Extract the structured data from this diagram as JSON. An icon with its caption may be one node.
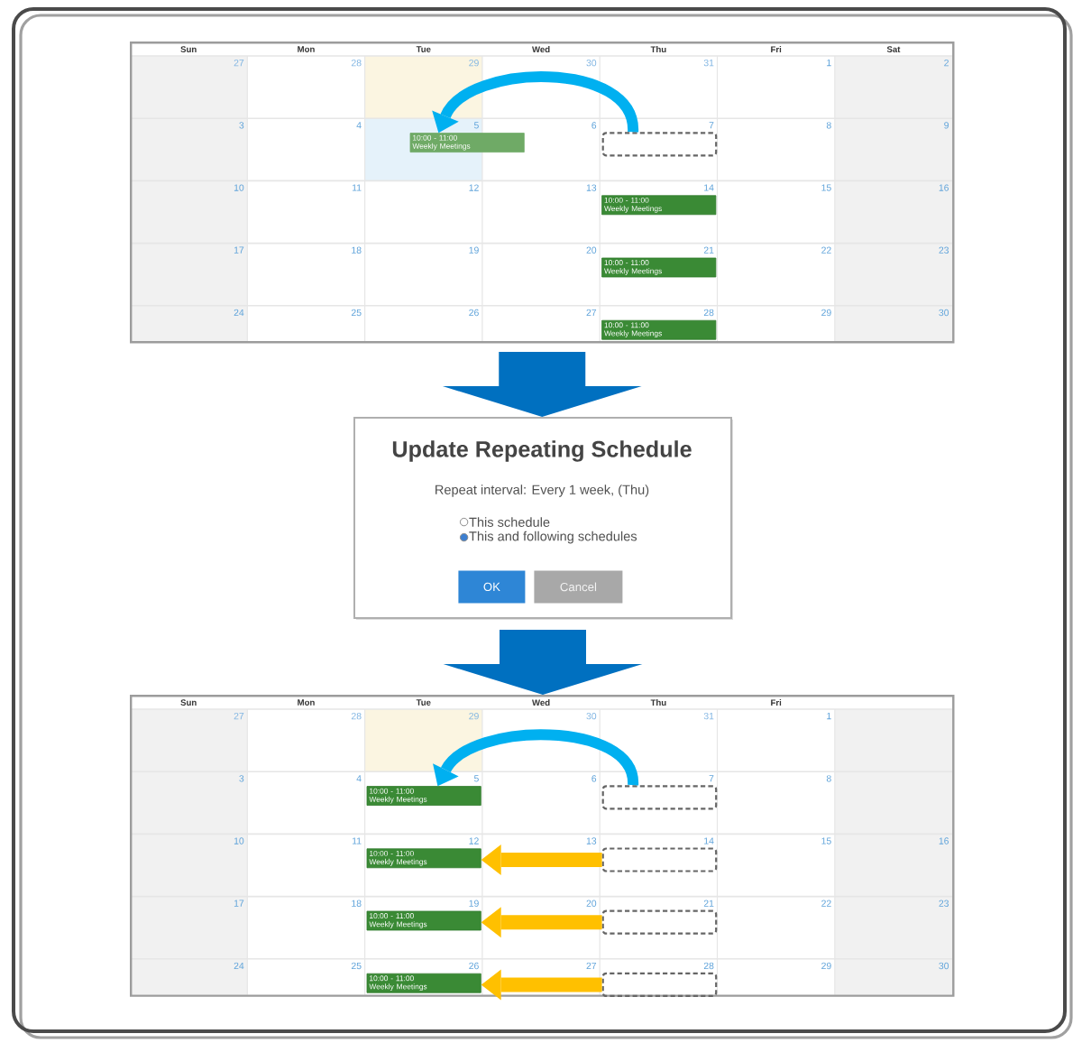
{
  "diagram": {
    "nodes": [
      {
        "text": [
          "Sun",
          "Mon",
          "Tue",
          "Wed",
          "Thu",
          "Fri",
          "Sat",
          "27",
          "28",
          "29",
          "30",
          "31",
          "1",
          "2",
          "3",
          "4",
          "5",
          "6",
          "7",
          "8",
          "9",
          "10",
          "11",
          "12",
          "13",
          "14",
          "15",
          "16",
          "17",
          "18",
          "19",
          "20",
          "21",
          "22",
          "23",
          "24",
          "25",
          "26",
          "27",
          "28",
          "29",
          "30"
        ]
      },
      {
        "text": [
          "10:00 - 11:00",
          "Weekly Meetings"
        ],
        "in": 0
      },
      {
        "text": [],
        "shape": "box",
        "in": 0
      },
      {
        "text": [
          "10:00 - 11:00",
          "Weekly Meetings"
        ],
        "in": 0
      },
      {
        "text": [
          "10:00 - 11:00",
          "Weekly Meetings"
        ],
        "in": 0
      },
      {
        "text": [
          "10:00 - 11:00",
          "Weekly Meetings"
        ],
        "in": 0
      },
      {
        "text": [
          "Update Repeating Schedule",
          "Repeat interval: Every 1 week, (Thu)",
          "This schedule",
          "This and following schedules"
        ]
      },
      {
        "text": [
          "OK"
        ],
        "in": 6
      },
      {
        "text": [
          "Cancel"
        ],
        "in": 6
      },
      {
        "text": [
          "Sun",
          "Mon",
          "Tue",
          "Wed",
          "Thu",
          "Fri",
          "27",
          "28",
          "29",
          "30",
          "31",
          "1",
          "3",
          "4",
          "5",
          "6",
          "7",
          "8",
          "10",
          "11",
          "12",
          "13",
          "14",
          "15",
          "16",
          "17",
          "18",
          "19",
          "20",
          "21",
          "22",
          "23",
          "24",
          "25",
          "26",
          "27",
          "28",
          "29",
          "30"
        ]
      },
      {
        "text": [
          "10:00 - 11:00",
          "Weekly Meetings"
        ],
        "in": 9
      },
      {
        "text": [],
        "shape": "box",
        "in": 9
      },
      {
        "text": [
          "10:00 - 11:00",
          "Weekly Meetings"
        ],
        "in": 9
      },
      {
        "text": [],
        "shape": "box",
        "in": 9
      },
      {
        "text": [
          "10:00 - 11:00",
          "Weekly Meetings"
        ],
        "in": 9
      },
      {
        "text": [],
        "shape": "box",
        "in": 9
      },
      {
        "text": [
          "10:00 - 11:00",
          "Weekly Meetings"
        ],
        "in": 9
      },
      {
        "text": [],
        "shape": "box",
        "in": 9
      }
    ],
    "edges": [
      {
        "from": 0,
        "to": 6,
        "arrow": "to",
        "color": "#0070c0"
      },
      {
        "from": 6,
        "to": 9,
        "arrow": "to",
        "color": "#0070c0"
      },
      {
        "from": 2,
        "to": 1,
        "arrow": "to",
        "color": "#00b0f0"
      },
      {
        "from": 11,
        "to": 10,
        "arrow": "to",
        "color": "#00b0f0"
      },
      {
        "from": 13,
        "to": 12,
        "arrow": "to",
        "color": "#ffc000"
      },
      {
        "from": 15,
        "to": 14,
        "arrow": "to",
        "color": "#ffc000"
      },
      {
        "from": 17,
        "to": 16,
        "arrow": "to",
        "color": "#ffc000"
      }
    ]
  }
}
